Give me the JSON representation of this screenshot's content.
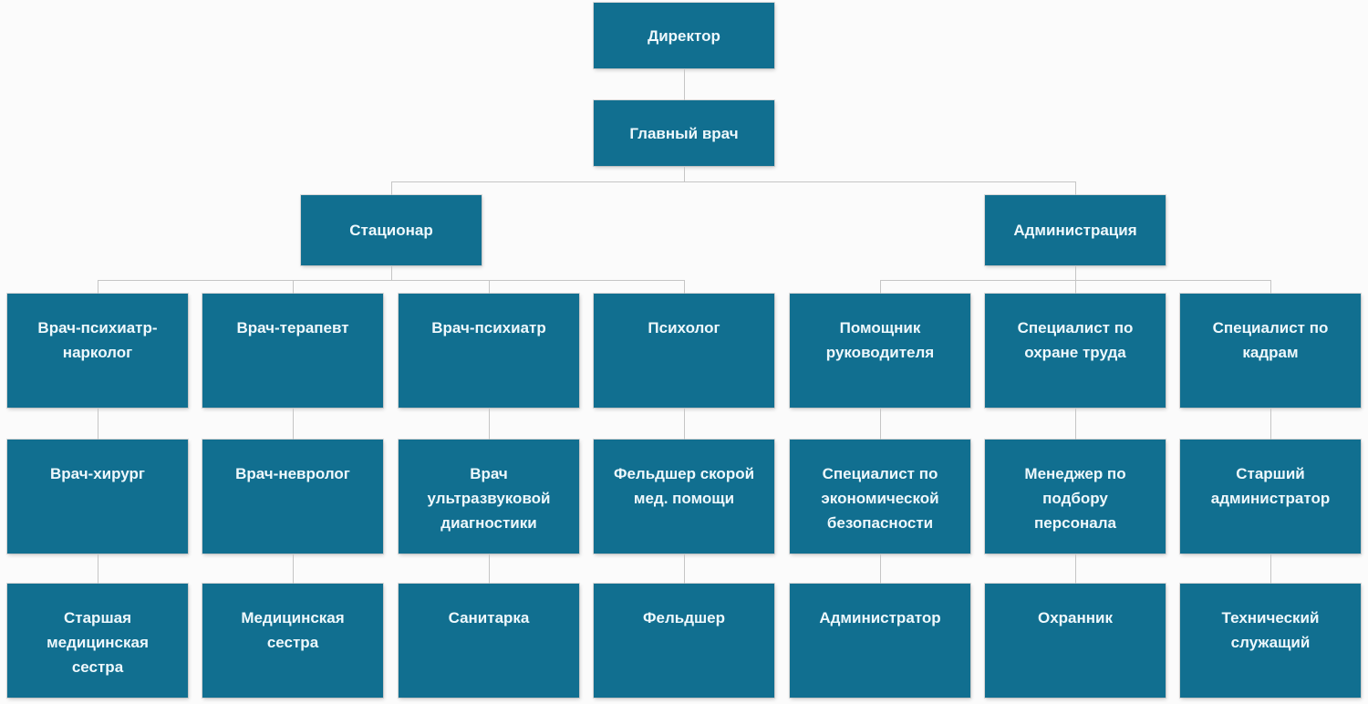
{
  "colors": {
    "node_fill": "#116F90",
    "node_text": "#EEF8FC",
    "connector": "#C5C5C5",
    "background": "#FBFBFB"
  },
  "org_chart": {
    "root": {
      "label": "Директор"
    },
    "chief": {
      "label": "Главный врач"
    },
    "branches": [
      {
        "label": "Стационар"
      },
      {
        "label": "Администрация"
      }
    ],
    "columns": [
      {
        "level1": "Врач-психиатр-нарколог",
        "level2": "Врач-хирург",
        "level3": "Старшая медицинская сестра"
      },
      {
        "level1": "Врач-терапевт",
        "level2": "Врач-невролог",
        "level3": "Медицинская сестра"
      },
      {
        "level1": "Врач-психиатр",
        "level2": "Врач ультразвуковой диагностики",
        "level3": "Санитарка"
      },
      {
        "level1": "Психолог",
        "level2": "Фельдшер скорой мед. помощи",
        "level3": "Фельдшер"
      },
      {
        "level1": "Помощник руководителя",
        "level2": "Специалист по экономической безопасности",
        "level3": "Администратор"
      },
      {
        "level1": "Специалист по охране труда",
        "level2": "Менеджер по подбору персонала",
        "level3": "Охранник"
      },
      {
        "level1": "Специалист по кадрам",
        "level2": "Старший администратор",
        "level3": "Технический служащий"
      }
    ]
  }
}
